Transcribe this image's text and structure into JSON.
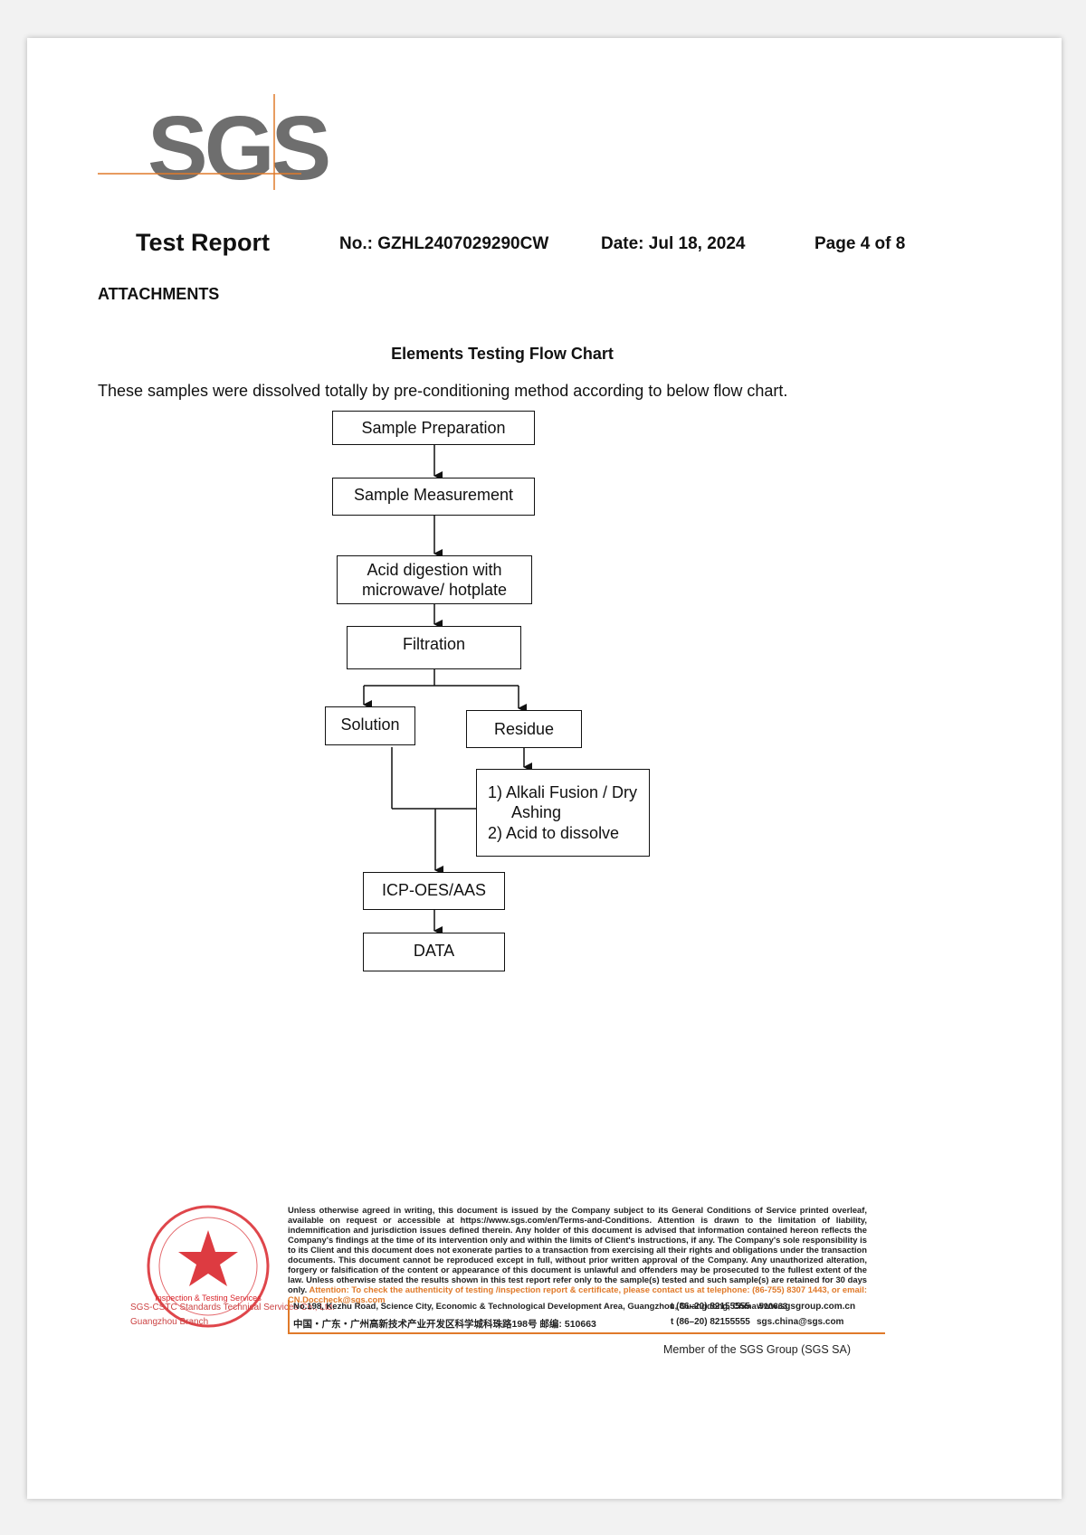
{
  "logo": {
    "text": "SGS"
  },
  "header": {
    "title": "Test Report",
    "number": "No.: GZHL2407029290CW",
    "date": "Date:  Jul 18, 2024",
    "page": "Page 4 of 8"
  },
  "section_heading": "ATTACHMENTS",
  "flow_title": "Elements Testing Flow Chart",
  "intro": "These samples were dissolved totally by pre-conditioning method according to below flow chart.",
  "flowchart": {
    "sample_preparation": "Sample Preparation",
    "sample_measurement": "Sample Measurement",
    "acid_line1": "Acid digestion with",
    "acid_line2": "microwave/ hotplate",
    "filtration": "Filtration",
    "solution": "Solution",
    "residue": "Residue",
    "alkali_line1": "1) Alkali Fusion / Dry",
    "alkali_line2": "Ashing",
    "alkali_line3": "2) Acid to dissolve",
    "icp": "ICP-OES/AAS",
    "data": "DATA"
  },
  "footer": {
    "disclaimer": "Unless otherwise agreed in writing, this document is issued by the Company subject to its General Conditions of Service printed overleaf, available on request or accessible at https://www.sgs.com/en/Terms-and-Conditions. Attention is drawn to the limitation of liability, indemnification and jurisdiction issues defined therein. Any holder of this document is advised that information contained hereon reflects the Company's findings at the time of its intervention only and within the limits of Client's instructions, if any. The Company's sole responsibility is to its Client and this document does not exonerate parties to a transaction from exercising all their rights and obligations under the transaction documents. This document cannot be reproduced except in full, without prior written approval of the Company. Any unauthorized alteration, forgery or falsification of the content or appearance of this document is unlawful and offenders may be prosecuted to the fullest extent of the law. Unless otherwise stated the results shown in this test report refer only to the sample(s) tested and such sample(s) are retained for 30 days only.",
    "attention": "Attention: To check the authenticity of testing /inspection report & certificate, please contact us at telephone: (86-755) 8307 1443, or email: CN.Doccheck@sgs.com",
    "address_en": "No.198, Kezhu Road, Science City, Economic & Technological Development Area, Guangzhou, Guangdong, China  510663",
    "address_cn": "中国・广东・广州高新技术产业开发区科学城科珠路198号  邮编: 510663",
    "tel1": "t (86–20) 82155555",
    "tel2": "t (86–20) 82155555",
    "web": "www.sgsgroup.com.cn",
    "email": "sgs.china@sgs.com",
    "member": "Member of the SGS Group (SGS SA)"
  },
  "seal": {
    "text1": "SGS-CSTC Standards Technical Services Co., Ltd.",
    "text2": "Guangzhou Branch"
  },
  "colors": {
    "accent_orange": "#e07a2a",
    "logo_gray": "#6e6e6e",
    "seal_red": "#d9262c"
  }
}
